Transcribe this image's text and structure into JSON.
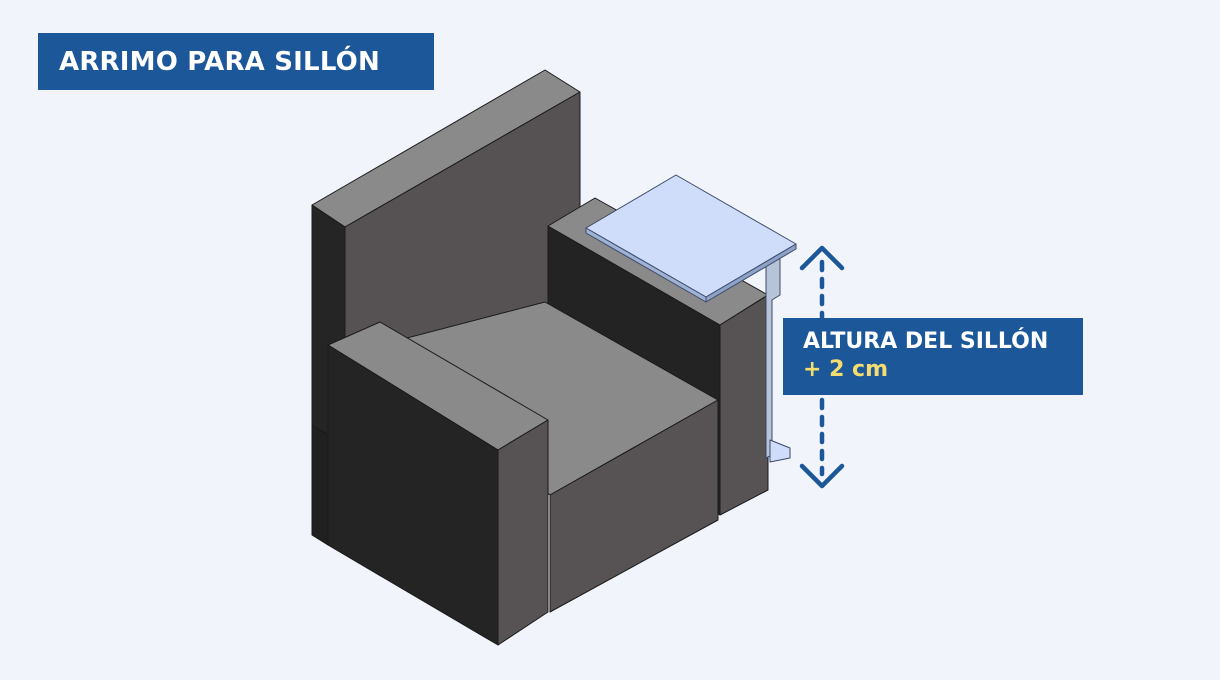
{
  "title": "ARRIMO PARA SILLÓN",
  "measurement": {
    "label": "ALTURA DEL SILLÓN",
    "offset": "+ 2 cm"
  },
  "colors": {
    "badge": "#1c5799",
    "background": "#f1f5fb",
    "accent_text": "#f5dc6e",
    "sofa_dark": "#242424",
    "sofa_mid": "#575354",
    "sofa_light": "#888888",
    "table_top": "#cfdcfa",
    "arrow": "#1c5799"
  }
}
